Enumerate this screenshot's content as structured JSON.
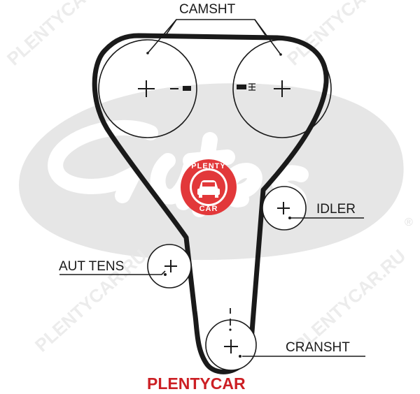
{
  "labels": {
    "camshaft": "CAMSHT",
    "idler": "IDLER",
    "tensioner": "AUT TENS",
    "crankshaft": "CRANSHT"
  },
  "watermark": {
    "gates_logo": "Gates",
    "registered": "®",
    "repeated_text": "PLENTYCAR.RU"
  },
  "brand_logo": {
    "top": "PLENTY",
    "bottom": "CAR",
    "color": "#e2383a"
  },
  "footer": {
    "brand": "PLENTYCAR",
    "color": "#cc1f24"
  },
  "colors": {
    "belt": "#1a1a1a",
    "pulley_outline": "#1a1a1a",
    "watermark": "#e6e6e6"
  }
}
